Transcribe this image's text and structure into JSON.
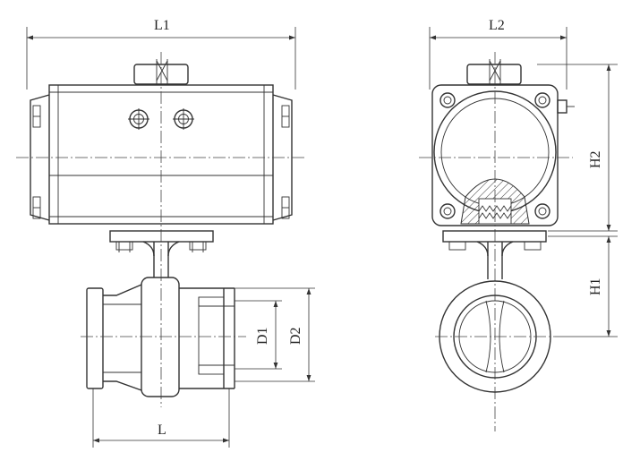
{
  "labels": {
    "l1": "L1",
    "l2": "L2",
    "h1": "H1",
    "h2": "H2",
    "d1": "D1",
    "d2": "D2",
    "l": "L"
  }
}
